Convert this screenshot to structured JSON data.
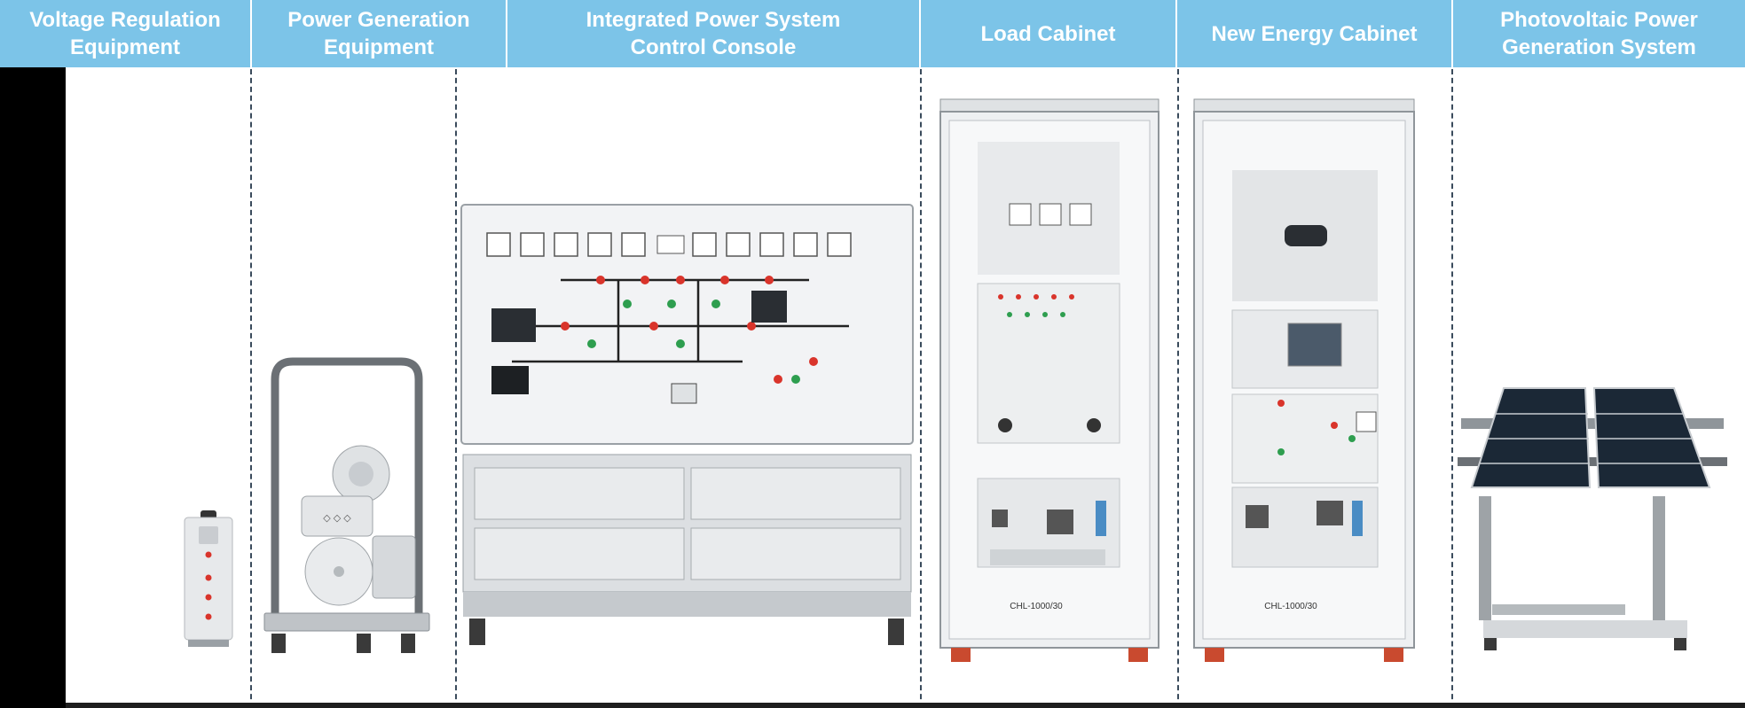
{
  "headers": {
    "voltage": "Voltage Regulation\nEquipment",
    "power_gen": "Power Generation\nEquipment",
    "console": "Integrated Power System\nControl Console",
    "load": "Load Cabinet",
    "new_energy": "New Energy Cabinet",
    "pv": "Photovoltaic Power\nGeneration System"
  },
  "cabinet_labels": {
    "load_model": "CHL-1000/30",
    "energy_model": "CHL-1000/30"
  },
  "colors": {
    "header_bg": "#7cc4e8",
    "header_text": "#ffffff",
    "left_bar": "#000000",
    "divider": "#3a4b5c",
    "cabinet_body": "#eef0f2",
    "panel_red": "#d9342b",
    "panel_green": "#2e9e4f",
    "solar_cell": "#1b2836"
  }
}
